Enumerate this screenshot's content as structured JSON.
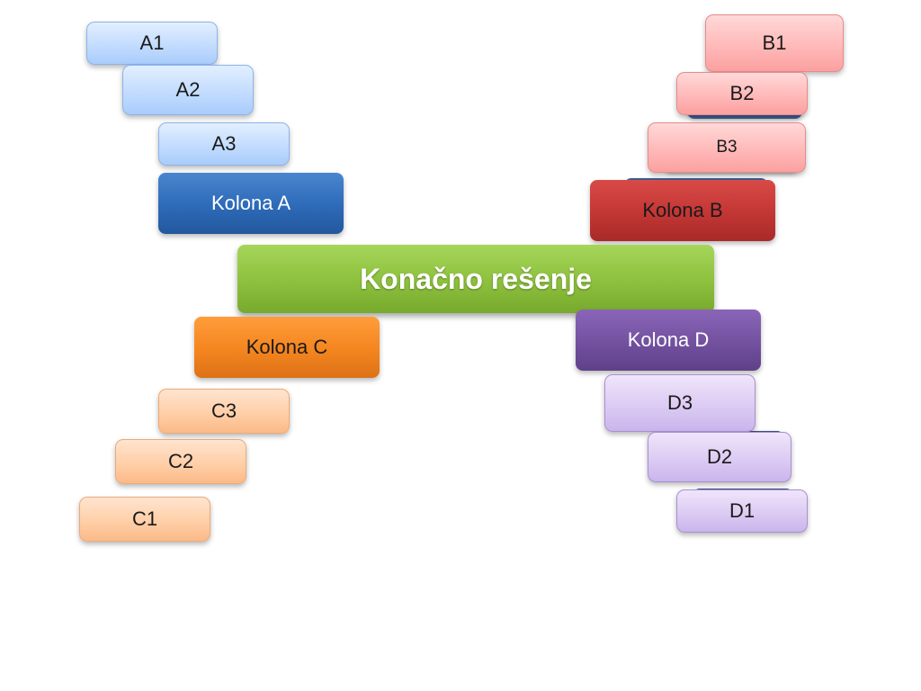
{
  "nodes": {
    "a1": "A1",
    "a2": "A2",
    "a3": "A3",
    "col_a": "Kolona A",
    "b1": "B1",
    "b2": "B2",
    "b3": "B3",
    "col_b": "Kolona B",
    "c1": "C1",
    "c2": "C2",
    "c3": "C3",
    "col_c": "Kolona C",
    "d1": "D1",
    "d2": "D2",
    "d3": "D3",
    "col_d": "Kolona D",
    "final": "Konačno rešenje"
  },
  "colors": {
    "column_a": "#2d6ab8",
    "column_b": "#c23634",
    "column_c": "#f4851f",
    "column_d": "#72519f",
    "final": "#8dc03d"
  }
}
